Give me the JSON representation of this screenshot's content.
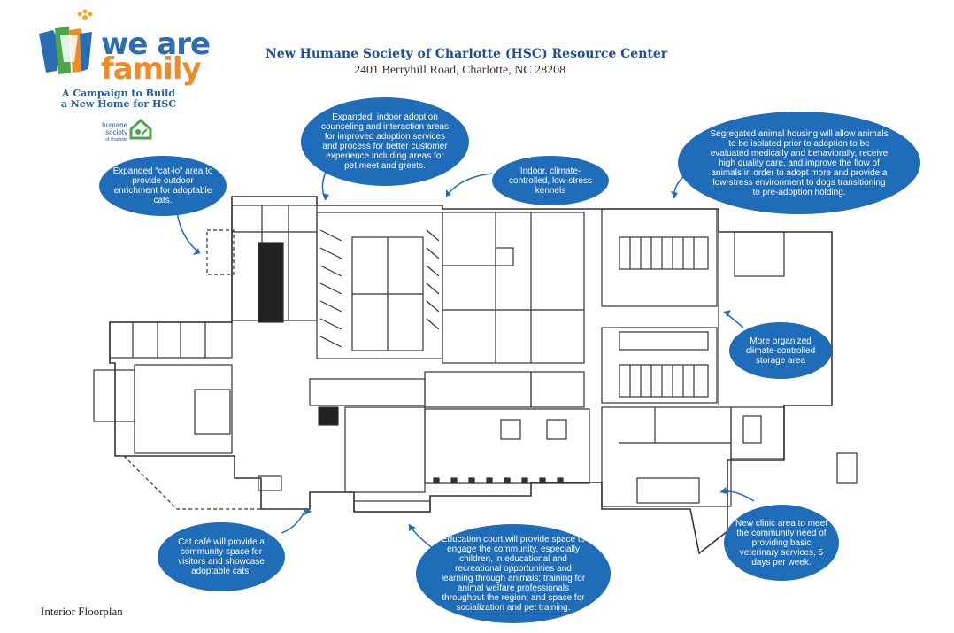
{
  "logo": {
    "line1": "we are",
    "line2": "family",
    "tagline1": "A Campaign to Build",
    "tagline2": "a New Home for HSC",
    "hsc1": "humane",
    "hsc2": "society",
    "hsc3": "of charlotte"
  },
  "header": {
    "title": "New Humane Society of Charlotte (HSC) Resource Center",
    "address": "2401 Berryhill Road, Charlotte, NC  28208"
  },
  "callouts": {
    "catio": "Expanded “cat-io” area to provide outdoor enrichment for adoptable cats.",
    "adoption": "Expanded, indoor adoption counseling and interaction areas for improved adoption services and process for better customer experience including areas for pet meet and greets.",
    "kennels": "Indoor, climate-controlled, low-stress kennels",
    "housing": "Segregated animal housing will allow animals to be isolated prior to adoption to be evaluated medically and behaviorally, receive high quality care, and improve the flow of animals in order to adopt more and provide a low-stress environment to dogs transitioning to pre-adoption holding.",
    "storage": "More organized climate-controlled storage area",
    "clinic": "New clinic area to meet the community need of providing basic veterinary services, 5 days per week.",
    "education": "Education court will provide space to engage the community, especially children, in educational and recreational opportunities and learning through animals; training for animal welfare professionals throughout the region; and space for socialization and pet training.",
    "cafe": "Cat café will provide a community space for visitors and showcase adoptable cats."
  },
  "footer": "Interior Floorplan",
  "colors": {
    "bubble": "#1f6cb8",
    "brand_blue": "#2a6db5",
    "brand_orange": "#f08a24",
    "brand_green": "#4aa84a"
  }
}
